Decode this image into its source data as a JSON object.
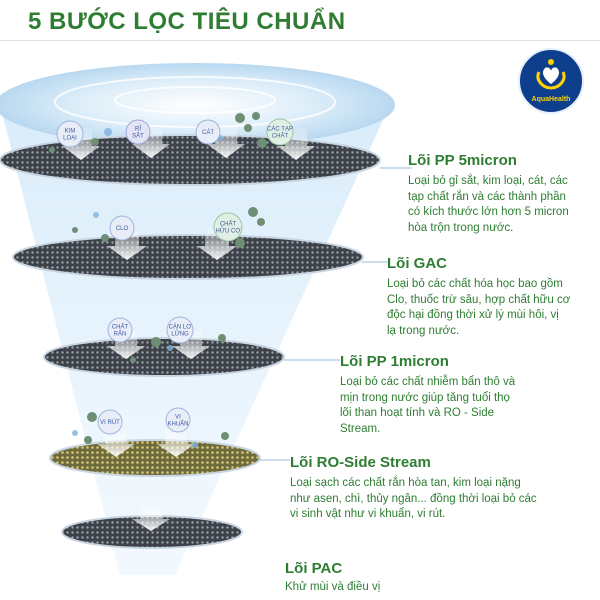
{
  "title": "5 BƯỚC LỌC TIÊU CHUẨN",
  "brand": {
    "name": "AquaHealth",
    "color": "#0d3f8c",
    "accent": "#ffd200"
  },
  "colors": {
    "green": "#2e7d32",
    "water": "#cfe6f7"
  },
  "layers": [
    {
      "name": "Lõi PP 5micron",
      "desc_lines": [
        "Loại bỏ gỉ sắt, kim loại, cát, các",
        "tạp chất rắn và các thành phần",
        "có kích thước lớn hơn 5 micron",
        "hòa trộn trong nước."
      ]
    },
    {
      "name": "Lõi GAC",
      "desc_lines": [
        "Loại bỏ các chất hóa học bao gồm",
        "Clo, thuốc trừ sâu, hợp chất hữu cơ",
        "độc hại đồng thời xử lý mùi hôi, vị",
        "lạ trong nước."
      ]
    },
    {
      "name": "Lõi PP 1micron",
      "desc_lines": [
        "Loại bỏ các chất nhiễm bẩn thô và",
        "mịn trong nước giúp tăng tuổi thọ",
        "lõi than hoạt tính và RO - Side",
        "Stream."
      ]
    },
    {
      "name": "Lõi RO-Side Stream",
      "desc_lines": [
        "Loại sạch các chất rắn hòa tan, kim loại nặng",
        "như asen, chì, thủy ngân... đồng thời loại bỏ các",
        "vi sinh vật như vi khuẩn, vi rút."
      ]
    },
    {
      "name": "Lõi PAC",
      "desc_lines": [
        "Khử mùi và điều vị"
      ]
    }
  ],
  "bubbles": {
    "l1": [
      [
        "KIM",
        "LOẠI"
      ],
      [
        "RỈ",
        "SẮT"
      ],
      [
        "CÁT"
      ],
      [
        "CÁC TẠP",
        "CHẤT"
      ]
    ],
    "l2": [
      [
        "CLO"
      ],
      [
        "CHẤT",
        "HỮU CƠ"
      ]
    ],
    "l3": [
      [
        "CHẤT",
        "RẮN"
      ],
      [
        "CẶN LƠ",
        "LỬNG"
      ]
    ],
    "l4": [
      [
        "VI RÚT"
      ],
      [
        "VI",
        "KHUẨN"
      ]
    ]
  }
}
